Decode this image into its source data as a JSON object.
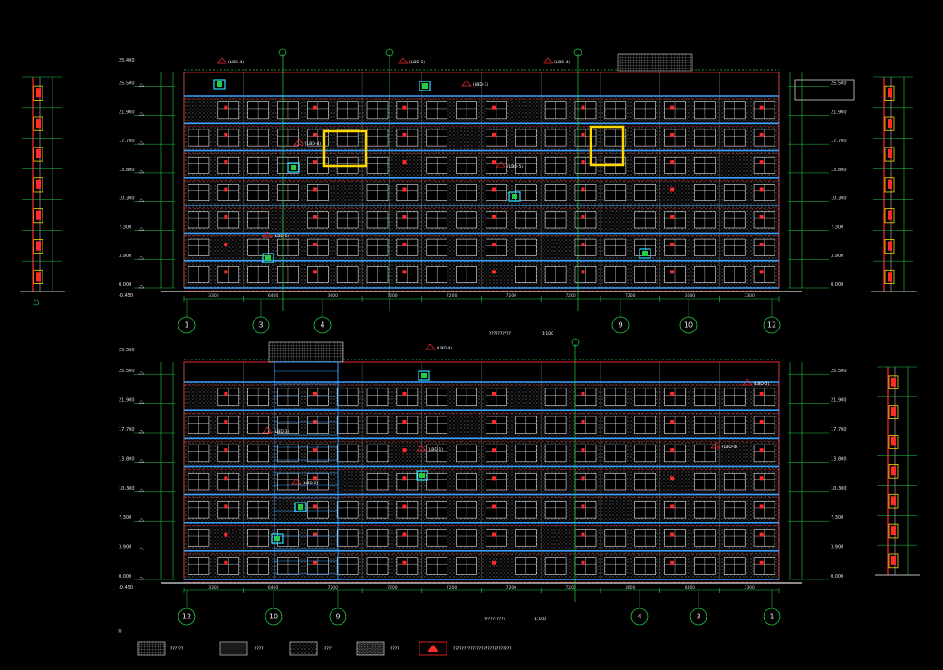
{
  "drawing": {
    "background": "#000000",
    "colors": {
      "facade_outline": "#ff2a2a",
      "floor_band": "#3aa0ff",
      "dim_line": "#22cc44",
      "window_frame": "#e8e8e8",
      "highlight": "#ffd700",
      "hatch": "#9a9a9a",
      "cyan": "#28e0ff"
    },
    "elevation_top": {
      "title": "??????????",
      "scale": "1:100",
      "levels_left": [
        "25.500",
        "21.900",
        "17.700",
        "13.800",
        "10.300",
        "7.300",
        "3.900",
        "0.000"
      ],
      "levels_right": [
        "25.500",
        "21.900",
        "17.700",
        "13.800",
        "10.300",
        "7.300",
        "3.900",
        "0.000"
      ],
      "top_left_level": "25.400",
      "bottom_level": "-0.450",
      "spans": [
        "3300",
        "6400",
        "3600",
        "7200",
        "7200",
        "7200",
        "7200",
        "7200",
        "3600",
        "3300"
      ],
      "axes": [
        "1",
        "3",
        "4",
        "9",
        "10",
        "12"
      ],
      "tags": [
        "(LBD-4)",
        "(LBD-1)",
        "(LBD-4)",
        "(LBD-3)",
        "(LBD-4)",
        "(LBD-5)",
        "(LBD-1)"
      ]
    },
    "elevation_bottom": {
      "title": "??????????",
      "scale": "1:100",
      "levels_left": [
        "25.500",
        "21.900",
        "17.700",
        "13.800",
        "10.300",
        "7.300",
        "3.900",
        "0.000"
      ],
      "levels_right": [
        "25.500",
        "21.900",
        "17.700",
        "13.800",
        "10.300",
        "7.300",
        "3.900",
        "0.000"
      ],
      "top_left_level": "25.500",
      "bottom_level": "-0.450",
      "spans": [
        "3300",
        "6400",
        "7200",
        "7200",
        "7200",
        "7200",
        "7200",
        "3600",
        "6400",
        "3300"
      ],
      "axes": [
        "12",
        "10",
        "9",
        "4",
        "3",
        "1"
      ],
      "tags": [
        "(LBD-4)",
        "(LBD-5)",
        "(LBD-3)",
        "(LBD-4)",
        "(LBD-1)",
        "(LBD-2)"
      ]
    },
    "legend": {
      "label": "??",
      "items": [
        "??????",
        "????",
        "????",
        "????"
      ],
      "note": "???????????????????????????"
    }
  }
}
